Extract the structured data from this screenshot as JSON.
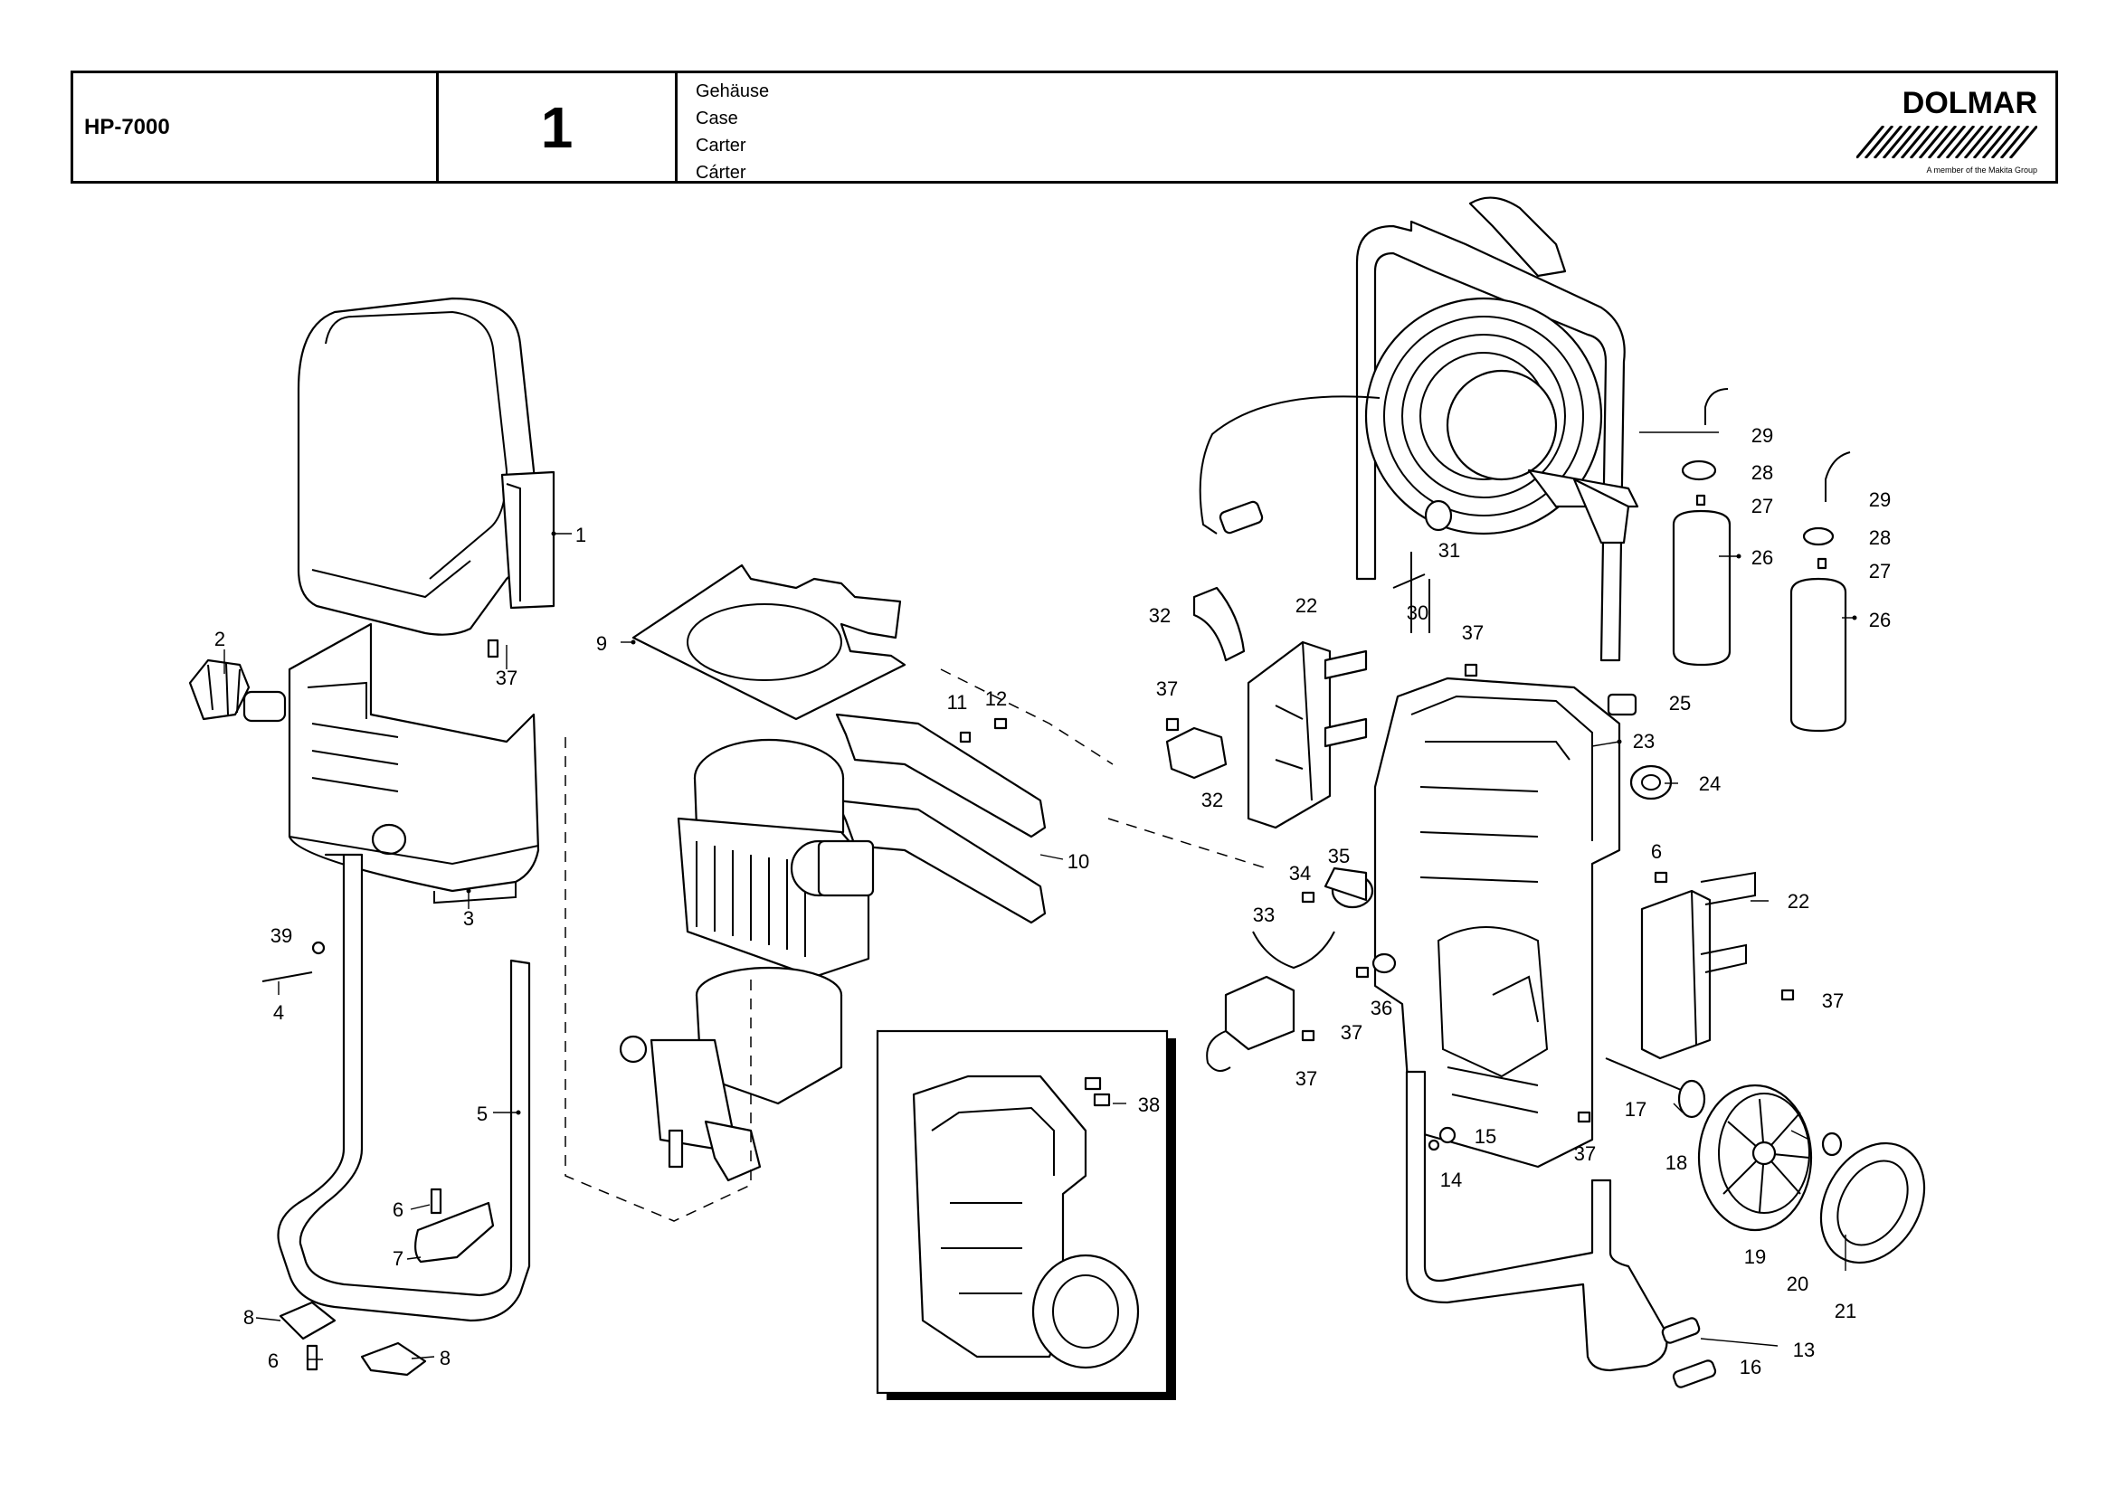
{
  "header": {
    "model": "HP-7000",
    "page_number": "1",
    "title_lines": [
      "Gehäuse",
      "Case",
      "Carter",
      "Cárter"
    ],
    "logo": {
      "brand": "DOLMAR",
      "tagline": "A member of the Makita Group"
    }
  },
  "callouts": [
    "1",
    "2",
    "3",
    "4",
    "5",
    "6",
    "7",
    "8",
    "9",
    "10",
    "11",
    "12",
    "13",
    "14",
    "15",
    "16",
    "17",
    "18",
    "19",
    "20",
    "21",
    "22",
    "23",
    "24",
    "25",
    "26",
    "27",
    "28",
    "29",
    "30",
    "31",
    "32",
    "33",
    "34",
    "35",
    "36",
    "37",
    "38",
    "39"
  ]
}
